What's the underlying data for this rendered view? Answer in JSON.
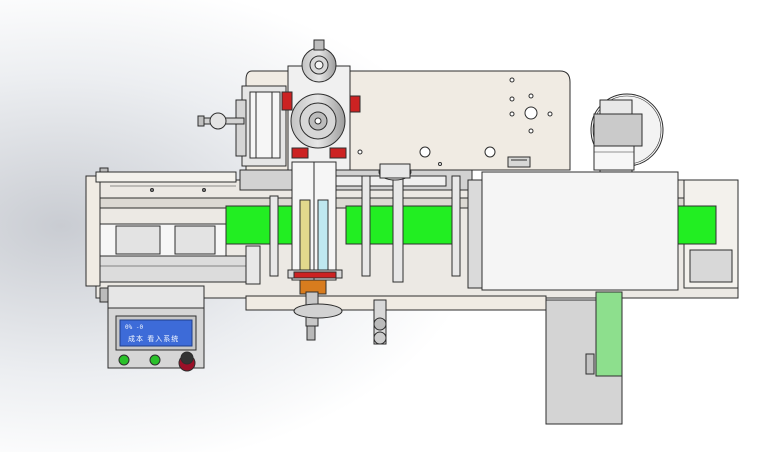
{
  "hmi": {
    "line1": "0% -0",
    "line2": "成本 看入系统"
  },
  "colors": {
    "background": "#ffffff",
    "frame": "#f0ebe3",
    "body": "#c8c8c6",
    "conveyor": "#ece9e4",
    "green": "#22ee22",
    "red": "#cc2222",
    "orange": "#d87c1e",
    "screen": "#3d6bd8",
    "line": "#2e2e2e"
  },
  "indicators": [
    {
      "name": "green-indicator-1",
      "color": "#2ac12a"
    },
    {
      "name": "green-indicator-2",
      "color": "#2ac12a"
    },
    {
      "name": "emergency-stop-button",
      "color": "#9a1028"
    }
  ]
}
